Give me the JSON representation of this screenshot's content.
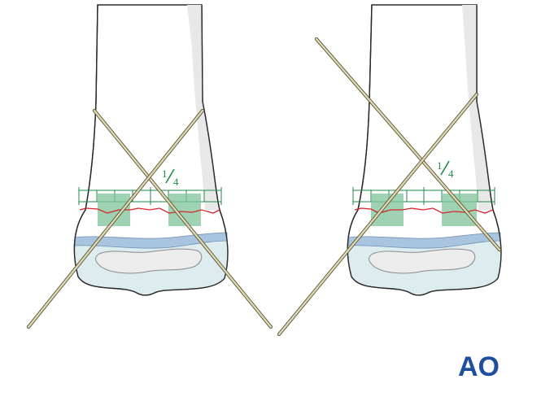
{
  "panels": [
    {
      "id": "left",
      "fraction_num": "1",
      "fraction_den": "4"
    },
    {
      "id": "right",
      "fraction_num": "1",
      "fraction_den": "4"
    }
  ],
  "logo": {
    "text": "AO"
  },
  "colors": {
    "bone_outline": "#2a2a2a",
    "bone_fill": "#ffffff",
    "bone_shadow": "#e6e6e6",
    "epiphysis_fill": "#dcecef",
    "physis_band": "#a9c4df",
    "cartilage_fill": "#ececec",
    "fracture_line": "#d6242c",
    "grid_green": "#1e8a4a",
    "block_green": "#7fc39a",
    "wire_body": "#ddd8b5",
    "wire_edge": "#5a5530",
    "logo_blue": "#1f4e9c"
  }
}
